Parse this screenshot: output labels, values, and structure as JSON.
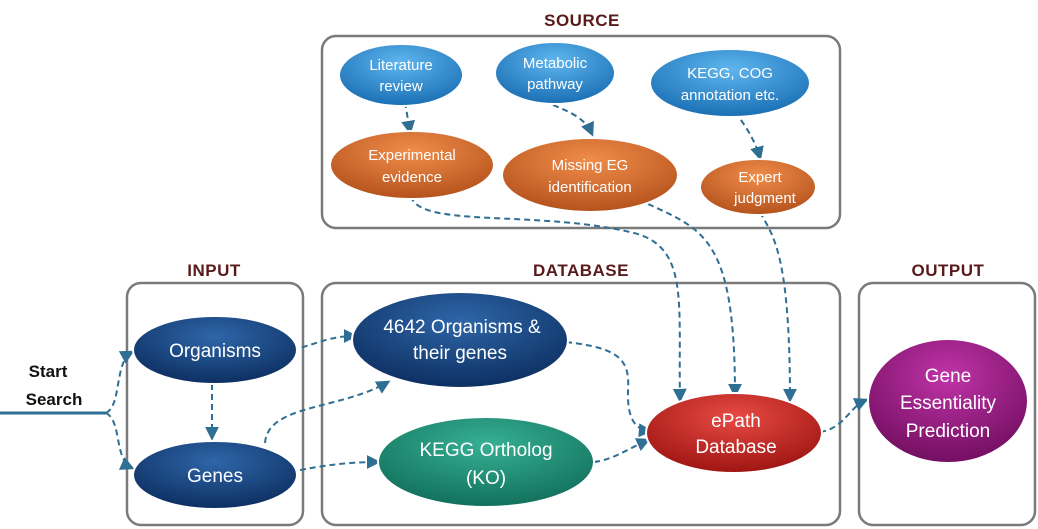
{
  "sections": {
    "source": "SOURCE",
    "input": "INPUT",
    "database": "DATABASE",
    "output": "OUTPUT"
  },
  "start": {
    "line1": "Start",
    "line2": "Search"
  },
  "nodes": {
    "literature": {
      "line1": "Literature",
      "line2": "review"
    },
    "metabolic": {
      "line1": "Metabolic",
      "line2": "pathway"
    },
    "kegg_cog": {
      "line1": "KEGG, COG",
      "line2": "annotation etc."
    },
    "experimental": {
      "line1": "Experimental",
      "line2": "evidence"
    },
    "missing_eg": {
      "line1": "Missing EG",
      "line2": "identification"
    },
    "expert": {
      "line1": "Expert",
      "line2": "judgment"
    },
    "organisms": {
      "line1": "Organisms"
    },
    "genes": {
      "line1": "Genes"
    },
    "organisms_4642": {
      "line1": "4642 Organisms &",
      "line2": "their genes"
    },
    "kegg_ortholog": {
      "line1": "KEGG Ortholog",
      "line2": "(KO)"
    },
    "epath": {
      "line1": "ePath",
      "line2": "Database"
    },
    "prediction": {
      "line1": "Gene",
      "line2": "Essentiality",
      "line3": "Prediction"
    }
  },
  "colors": {
    "blue_light": "#2d8fd0",
    "navy": "#123f7d",
    "orange": "#d9692a",
    "teal": "#1a8a72",
    "red": "#c4201f",
    "purple": "#96157f",
    "arrow": "#2e6f93",
    "section_title": "#5a1a1a"
  }
}
